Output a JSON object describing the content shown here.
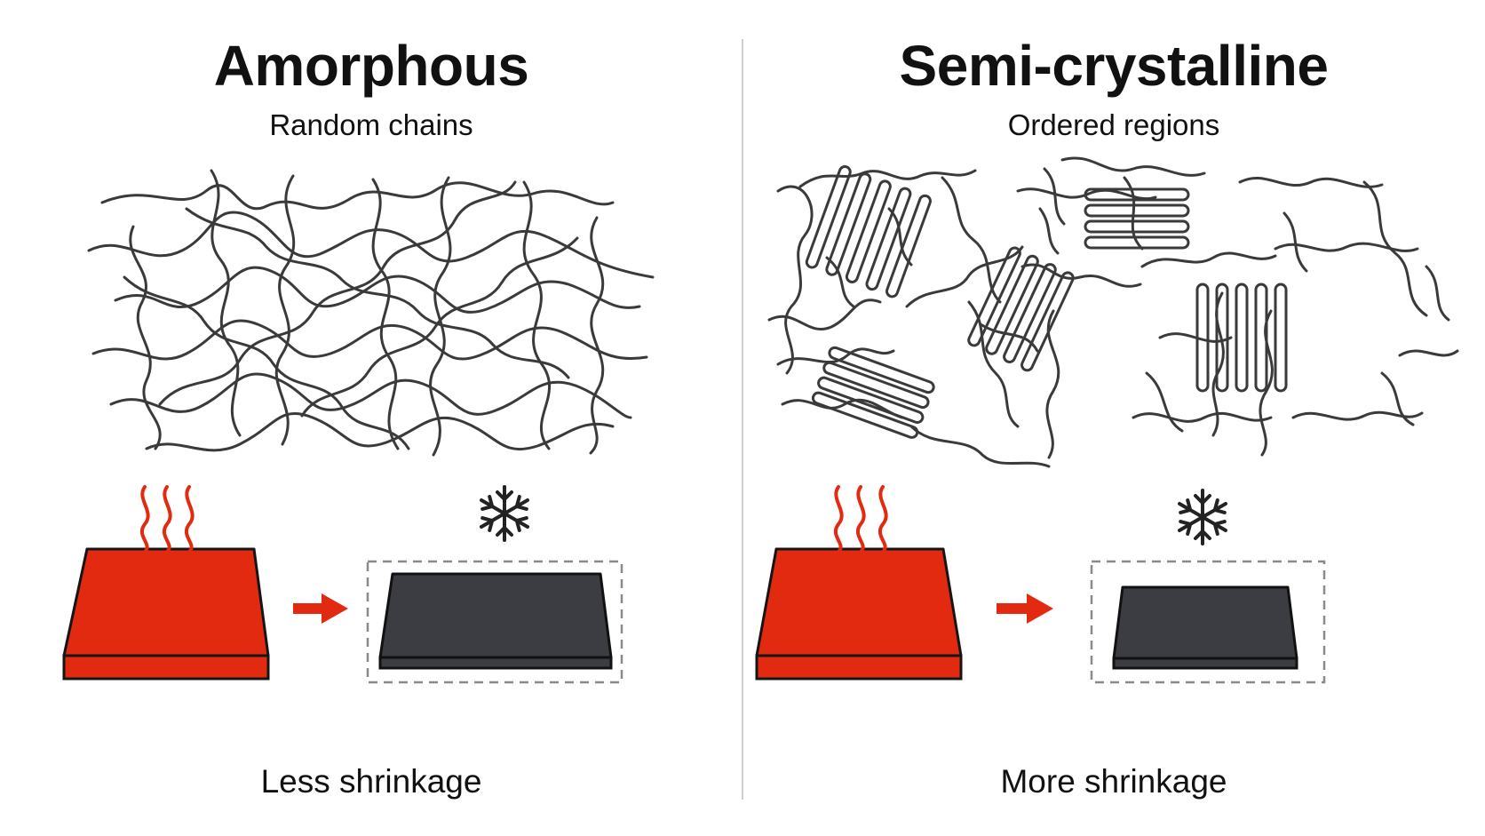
{
  "colors": {
    "hot": "#e12a10",
    "cold": "#3c3d42",
    "chain": "#3a3a3a",
    "divider": "#cfcfcf"
  },
  "panels": [
    {
      "title": "Amorphous",
      "subtitle": "Random chains",
      "caption": "Less shrinkage",
      "heat_icon": "heat-waves-icon",
      "cold_icon": "snowflake-icon",
      "arrow_icon": "arrow-right-icon"
    },
    {
      "title": "Semi-crystalline",
      "subtitle": "Ordered regions",
      "caption": "More shrinkage",
      "heat_icon": "heat-waves-icon",
      "cold_icon": "snowflake-icon",
      "arrow_icon": "arrow-right-icon"
    }
  ]
}
